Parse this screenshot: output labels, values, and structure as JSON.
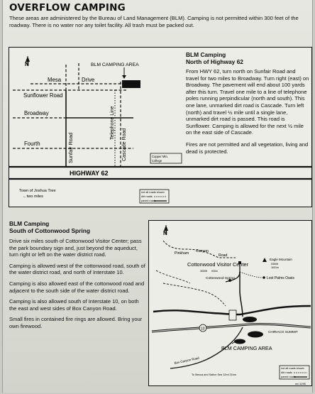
{
  "title": "OVERFLOW CAMPING",
  "intro": "These areas are administered by the Bureau of Land Management (BLM). Camping is not permitted within 300 feet of the roadway. There is no water nor any toilet facility. All trash must be packed out.",
  "map1": {
    "north": "N",
    "camp_label": "BLM CAMPING AREA",
    "roads": {
      "mesa": "Mesa",
      "drive": "Drive",
      "sunflower": "Sunflower Road",
      "broadway": "Broadway",
      "fourth": "Fourth",
      "sunfair": "Sunfair Road",
      "telephone": "Telephone Line",
      "cascade": "Cascade Road",
      "highway": "HIGHWAY 62"
    },
    "college": "Copper Mtn. College",
    "town": "Town of Joshua Tree",
    "town_arrow": "←two miles",
    "legend": [
      "not all roads shown",
      "dirt roads",
      "paved roads"
    ]
  },
  "north_section": {
    "title1": "BLM Camping",
    "title2": "North of Highway 62",
    "body": "From HWY 62, turn north on Sunfair Road and travel for two miles to Broadway. Turn right (east) on Broadway. The pavement will end about 100 yards after this turn. Travel one mile to a line of telephone poles running perpindicular (north and south). This one lane, unmarked dirt road is Cascade. Turn left (north) and travel ½ mile until a single lane, unmarked dirt road is passed. This road is Sunflower. Camping is allowed for the next ½ mile on the east side of Cascade.",
    "fires": "Fires are not permitted and all vegetation, living and dead is protected."
  },
  "south_section": {
    "title1": "BLM Camping",
    "title2": "South of Cottonwood Spring",
    "p1": "Drive six miles south of Cottonwood Visitor Center; pass the park boundary sign and, just beyond the aqueduct, turn right or left on the water district road.",
    "p2": "Camping is allowed west of the cottonwood road, south of the water district road, and north of Interstate 10.",
    "p3": "Camping is also allowed east of the cottonwood road and adjacent to the south side of the water district road.",
    "p4": "Camping is also allowed south of Interstate 10, on both the east and west sides of Box Canyon Road.",
    "p5": "Small fires in contained fire rings are allowed. Bring your own firewood."
  },
  "map2": {
    "north": "N",
    "pinkham1": "Pinkham",
    "pinkham2": "Canyon",
    "pinkham3": "Road",
    "visitor_center": "Cottonwood Visitor Center",
    "spring": "Cottonwood Spring",
    "eagle": "Eagle Mountain",
    "lost_palms": "Lost Palms Oasis",
    "chiriaco": "CHIRIACO SUMMIT",
    "box_canyon": "Box Canyon Road",
    "camp_label": "BLM CAMPING AREA",
    "mecca": "To Mecca and Salton Sea 12mi 21km",
    "interstate": "10",
    "legend": [
      "not all roads shown",
      "dirt roads",
      "paved roads"
    ],
    "footer": "rev 11/95"
  }
}
